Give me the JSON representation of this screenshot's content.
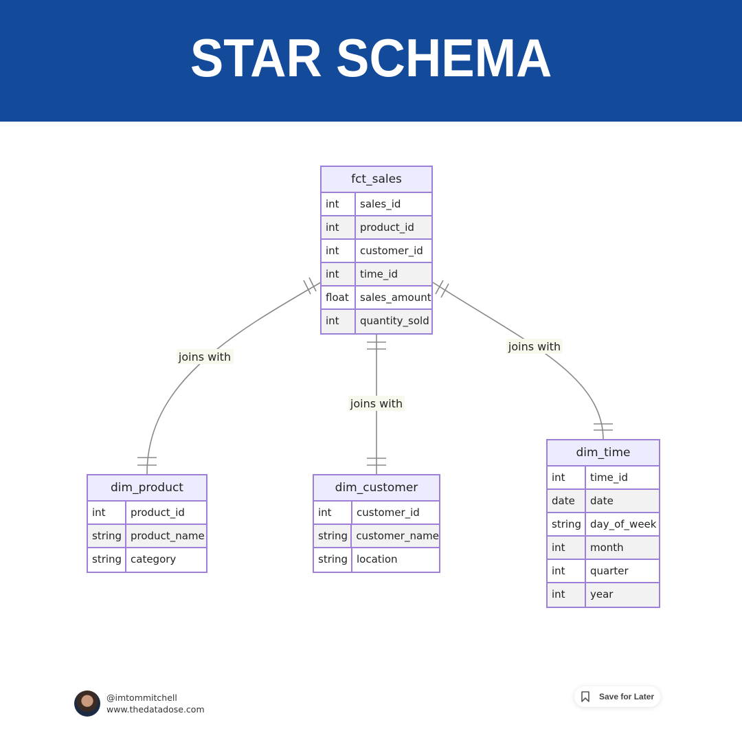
{
  "header": {
    "title": "STAR SCHEMA",
    "background_color": "#144a9a"
  },
  "diagram": {
    "entities": {
      "fct_sales": {
        "title": "fct_sales",
        "attributes": [
          {
            "type": "int",
            "name": "sales_id"
          },
          {
            "type": "int",
            "name": "product_id"
          },
          {
            "type": "int",
            "name": "customer_id"
          },
          {
            "type": "int",
            "name": "time_id"
          },
          {
            "type": "float",
            "name": "sales_amount"
          },
          {
            "type": "int",
            "name": "quantity_sold"
          }
        ]
      },
      "dim_product": {
        "title": "dim_product",
        "attributes": [
          {
            "type": "int",
            "name": "product_id"
          },
          {
            "type": "string",
            "name": "product_name"
          },
          {
            "type": "string",
            "name": "category"
          }
        ]
      },
      "dim_customer": {
        "title": "dim_customer",
        "attributes": [
          {
            "type": "int",
            "name": "customer_id"
          },
          {
            "type": "string",
            "name": "customer_name"
          },
          {
            "type": "string",
            "name": "location"
          }
        ]
      },
      "dim_time": {
        "title": "dim_time",
        "attributes": [
          {
            "type": "int",
            "name": "time_id"
          },
          {
            "type": "date",
            "name": "date"
          },
          {
            "type": "string",
            "name": "day_of_week"
          },
          {
            "type": "int",
            "name": "month"
          },
          {
            "type": "int",
            "name": "quarter"
          },
          {
            "type": "int",
            "name": "year"
          }
        ]
      }
    },
    "relationships": [
      {
        "from": "fct_sales",
        "to": "dim_product",
        "label": "joins with",
        "cardinality": "one-to-one"
      },
      {
        "from": "fct_sales",
        "to": "dim_customer",
        "label": "joins with",
        "cardinality": "one-to-one"
      },
      {
        "from": "fct_sales",
        "to": "dim_time",
        "label": "joins with",
        "cardinality": "one-to-one"
      }
    ],
    "colors": {
      "entity_border": "#9d7fd8",
      "entity_header": "#ececfe",
      "edge": "#888888"
    }
  },
  "footer": {
    "handle": "@imtommitchell",
    "website": "www.thedatadose.com",
    "save_label": "Save for Later"
  }
}
